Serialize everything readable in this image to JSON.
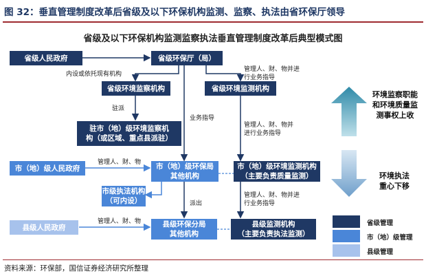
{
  "header": {
    "title": "图 32：垂直管理制度改革后省级及以下环保机构监测、监察、执法由省环保厅领导"
  },
  "diagram": {
    "title": "省级及以下环保机构监测监察执法垂直管理制度改革后典型模式图"
  },
  "nodes": {
    "provincial_gov": "省级人民政府",
    "provincial_epb": "省级环保厅（局）",
    "prov_inspection": "省级环境监察机构",
    "prov_monitoring": "省级环境监测机构",
    "city_inspection_line1": "驻市（地）级环境监察机",
    "city_inspection_line2": "构（或区域、重点县派驻）",
    "city_gov": "市（地）级人民政府",
    "city_epb_line1": "市（地）级环保局",
    "city_epb_line2": "其他机构",
    "city_monitoring_line1": "市（地）级环境监测机构",
    "city_monitoring_line2": "（主要负责质量监测）",
    "city_enforcement_line1": "市级执法机构",
    "city_enforcement_line2": "（可内设）",
    "county_gov": "县级人民政府",
    "county_epb_line1": "县级环保分局",
    "county_epb_line2": "其他机构",
    "county_monitoring_line1": "县级监测机构",
    "county_monitoring_line2": "（主要负责执法监测）"
  },
  "labels": {
    "internal_or_independent": "内设或依托现有机构",
    "people_finance_assets": "管理人、财、物并进",
    "business_guidance_suffix": "行业务指导",
    "dispatch": "驻派",
    "business_guidance": "业务指导",
    "people_finance_assets_b": "管理人、财、物并",
    "business_guidance_b": "进行业务指导",
    "people_finance_assets_c": "管理人、财、物并进",
    "business_guidance_c": "行业务指导",
    "city_people_finance": "管理人、财、物",
    "county_people_finance": "管理人、财、物",
    "dispatched": "派出"
  },
  "side": {
    "upper_line1": "环境监察职能",
    "upper_line2": "和环境质量监",
    "upper_line3": "测事权上收",
    "lower_line1": "环境执法",
    "lower_line2": "重心下移"
  },
  "legend": {
    "items": [
      {
        "label": "省级管理",
        "color": "#1f3864"
      },
      {
        "label": "市（地）级管理",
        "color": "#4a86d8"
      },
      {
        "label": "县级管理",
        "color": "#a7c2ec"
      }
    ]
  },
  "colors": {
    "arrow_up": "#4a9bb5",
    "arrow_down": "#8fb6d6",
    "accent_rule": "#9e2a2f",
    "title_color": "#1f3864"
  },
  "footer": {
    "source": "资料来源：环保部，国信证券经济研究所整理"
  }
}
